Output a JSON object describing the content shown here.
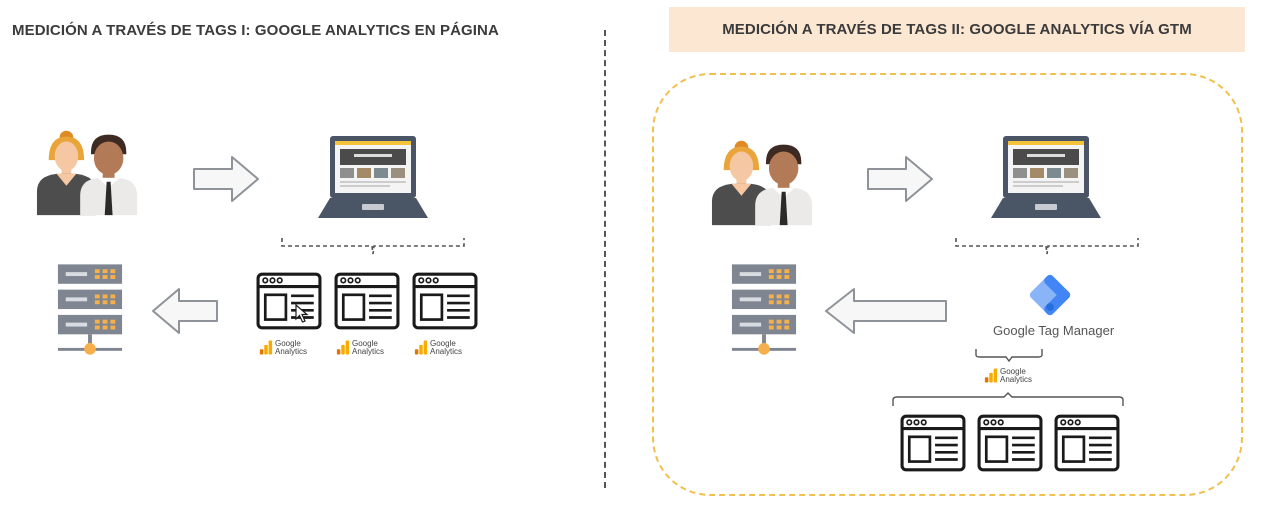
{
  "left_panel": {
    "title": "MEDICIÓN A TRAVÉS DE TAGS I: GOOGLE ANALYTICS EN PÁGINA",
    "analytics_labels": [
      {
        "line1": "Google",
        "line2": "Analytics"
      },
      {
        "line1": "Google",
        "line2": "Analytics"
      },
      {
        "line1": "Google",
        "line2": "Analytics"
      }
    ]
  },
  "right_panel": {
    "title": "MEDICIÓN A TRAVÉS DE TAGS II: GOOGLE ANALYTICS VÍA GTM",
    "gtm_label": "Google Tag Manager",
    "analytics_label": {
      "line1": "Google",
      "line2": "Analytics"
    }
  },
  "colors": {
    "title_bg": "#fbe7d2",
    "container_border": "#f2c04e",
    "gtm_blue": "#4285f4",
    "ga_orange": "#f9ab00",
    "laptop": "#4a5566",
    "server": "#808691",
    "server_orange": "#f6b04b"
  },
  "icons": [
    "people-icon",
    "arrow-right-icon",
    "laptop-icon",
    "server-icon",
    "arrow-left-icon",
    "webpage-icon",
    "google-analytics-icon",
    "gtm-icon",
    "bracket-icon"
  ]
}
